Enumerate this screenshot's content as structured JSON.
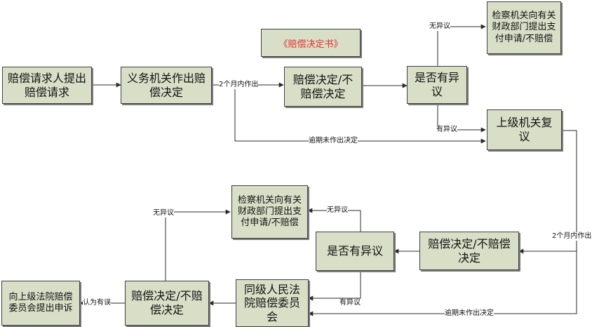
{
  "colors": {
    "node_fill": "#d9dfc7",
    "stroke": "#3f3f3f",
    "doc_text": "#e03030"
  },
  "nodes": {
    "claim": "赔偿请求人提出赔偿请求",
    "obligor": "义务机关作出赔偿决定",
    "decision1": "赔偿决定/不赔偿决定",
    "objection1": "是否有异议",
    "procuratorate1": "检察机关向有关财政部门提出支付申请/不赔偿",
    "review": "上级机关复议",
    "decision2": "赔偿决定/不赔偿决定",
    "objection2": "是否有异议",
    "procuratorate2": "检察机关向有关财政部门提出支付申请/不赔偿",
    "committee": "同级人民法院赔偿委员会",
    "decision3": "赔偿决定/不赔偿决定",
    "appeal": "向上级法院赔偿委员会提出申诉"
  },
  "document": "《赔偿决定书》",
  "labels": {
    "two_months_1": "2个月内作出",
    "no_objection_1": "无异议",
    "objection_1": "有异议",
    "overdue_1": "逾期未作出决定",
    "two_months_2": "2个月内作出",
    "no_objection_2": "无异议",
    "objection_2": "有异议",
    "overdue_2": "逾期未作出决定",
    "no_objection_3": "无异议",
    "deemed_wrong": "认为有误"
  }
}
